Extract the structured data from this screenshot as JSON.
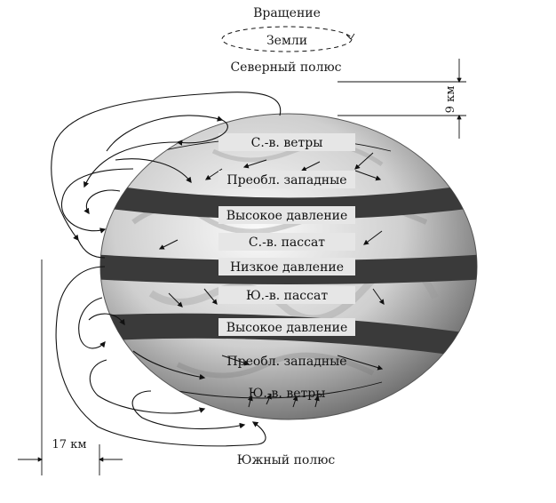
{
  "title": {
    "line1": "Вращение",
    "line2": "Земли"
  },
  "poles": {
    "north": "Северный полюс",
    "south": "Южный полюс"
  },
  "measures": {
    "top": "9 км",
    "bottom": "17 км"
  },
  "bands": [
    {
      "label": "С.-в. ветры",
      "style": "light"
    },
    {
      "label": "Преобл. западные",
      "style": "light"
    },
    {
      "label": "Высокое давление",
      "style": "dark"
    },
    {
      "label": "С.-в. пассат",
      "style": "light"
    },
    {
      "label": "Низкое давление",
      "style": "dark"
    },
    {
      "label": "Ю.-в. пассат",
      "style": "light"
    },
    {
      "label": "Высокое давление",
      "style": "dark"
    },
    {
      "label": "Преобл. западные",
      "style": "light"
    },
    {
      "label": "Ю.-в. ветры",
      "style": "light"
    }
  ],
  "colors": {
    "dark_band": "#3a3a3a",
    "label_box": "#e6e6e6",
    "globe_light": "#f2f2f2",
    "globe_dark": "#6b6b6b"
  }
}
